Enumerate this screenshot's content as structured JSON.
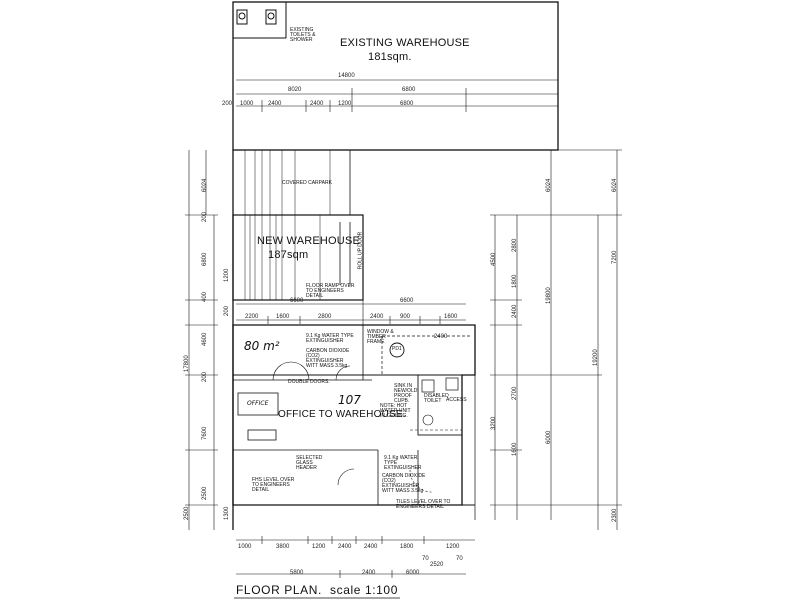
{
  "labels": {
    "existing_warehouse": "EXISTING WAREHOUSE",
    "existing_area": "181sqm.",
    "existing_toilets": "EXISTING TOILETS & SHOWER",
    "covered_carpark": "COVERED CARPARK",
    "new_warehouse": "NEW WAREHOUSE",
    "new_area": "187sqm",
    "roller_door": "ROLL UP DOOR",
    "ramp_note": "FLOOR RAMP OVER TO ENGINEERS DETAIL",
    "hand_area": "80 m²",
    "extinguisher_top": "9.1 Kg WATER TYPE EXTINGUISHER",
    "co2_top": "CARBON DIOXIDE (CO2) EXTINGUISHER WITT MASS 3.5kg",
    "window": "WINDOW & TIMBER FRAME",
    "pd1": "PD1",
    "double_doors": "DOUBLE DOORS.",
    "hand_107": "107",
    "office": "OFFICE TO WAREHOUSE.",
    "office_hand": "OFFICE",
    "hwu_note": "NOTE: HOT WATER UNIT IN CEILING.",
    "sink_note": "SINK IN NEW/OLD PROOF CUPB.",
    "toilet": "DISABLED TOILET",
    "accessible": "ACCESS",
    "selected_glass": "SELECTED GLASS HEADER",
    "extinguisher_bot": "9.1 Kg WATER TYPE EXTINGUISHER",
    "co2_bot": "CARBON DIOXIDE (CO2) EXTINGUISHER WITT MASS 3.5kg",
    "fhs_note": "FHS LEVEL OVER TO ENGINEERS DETAIL",
    "tiles_note": "TILES LEVEL OVER TO ENGINEERS DETAIL",
    "floor_plan": "FLOOR PLAN.",
    "scale": "scale 1:100"
  },
  "dims_top": {
    "overall": "14800",
    "a": "8020",
    "b": "6800",
    "s1": "1000",
    "s2": "2400",
    "s3": "2400",
    "s4": "1200",
    "s5": "6800",
    "edge": "200"
  },
  "dims_mid": {
    "a": "6600",
    "b": "6600",
    "s1": "2200",
    "s2": "1600",
    "s3": "2800",
    "s4": "2400",
    "s5": "900",
    "s6": "1600",
    "s7": "2400"
  },
  "dims_bottom": {
    "s1": "1000",
    "s2": "3800",
    "s3": "1200",
    "s4": "2400",
    "s5": "2400",
    "s6": "1800",
    "s7": "1200",
    "t1": "70",
    "t2": "70",
    "t3": "2520",
    "o1": "5800",
    "o2": "2400",
    "o3": "6000"
  },
  "dims_left": {
    "l1": "6024",
    "l2": "200",
    "l3": "6800",
    "l4": "400",
    "l5": "4600",
    "l6": "17800",
    "l7": "200",
    "l8": "7600",
    "l9": "2500",
    "l10": "1300",
    "l11": "200",
    "l12": "2500",
    "l13": "1200"
  },
  "dims_right": {
    "r1": "6024",
    "r2": "19800",
    "r3": "6024",
    "r4": "19200",
    "r5": "6000",
    "r6": "7200",
    "r7": "2800",
    "r8": "1800",
    "r9": "2400",
    "r10": "2700",
    "r11": "3200",
    "r12": "4500",
    "r13": "1600",
    "r14": "2300"
  }
}
